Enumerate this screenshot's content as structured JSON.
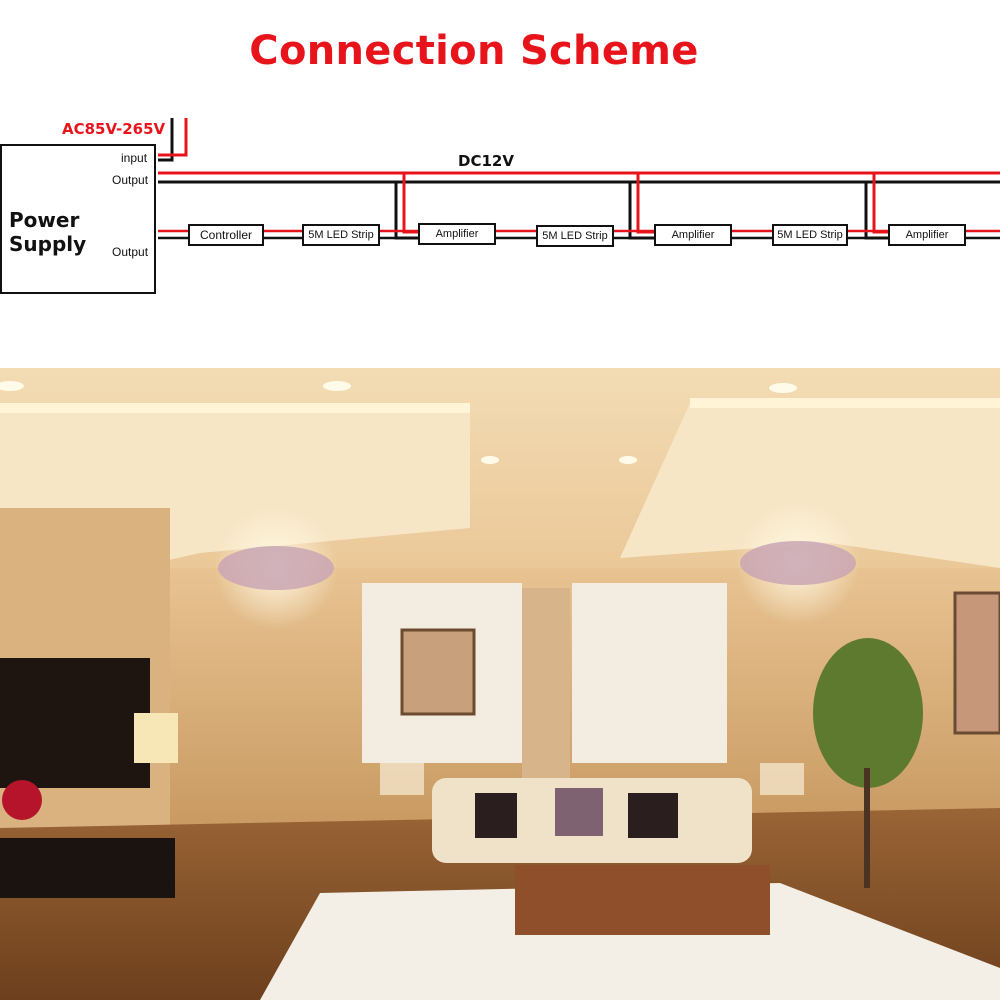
{
  "title": "Connection Scheme",
  "input_voltage": "AC85V-265V",
  "output_voltage": "DC12V",
  "power_supply": {
    "name": "Power Supply",
    "port_input": "input",
    "port_output_top": "Output",
    "port_output_bottom": "Output"
  },
  "chain": [
    "Controller",
    "5M LED Strip",
    "Amplifier",
    "5M LED Strip",
    "Amplifier",
    "5M LED Strip",
    "Amplifier"
  ],
  "colors": {
    "title": "#e8141c",
    "positive_wire": "#e8141c",
    "negative_wire": "#111111"
  },
  "photo": {
    "subject": "living-room-with-cove-lighting"
  }
}
